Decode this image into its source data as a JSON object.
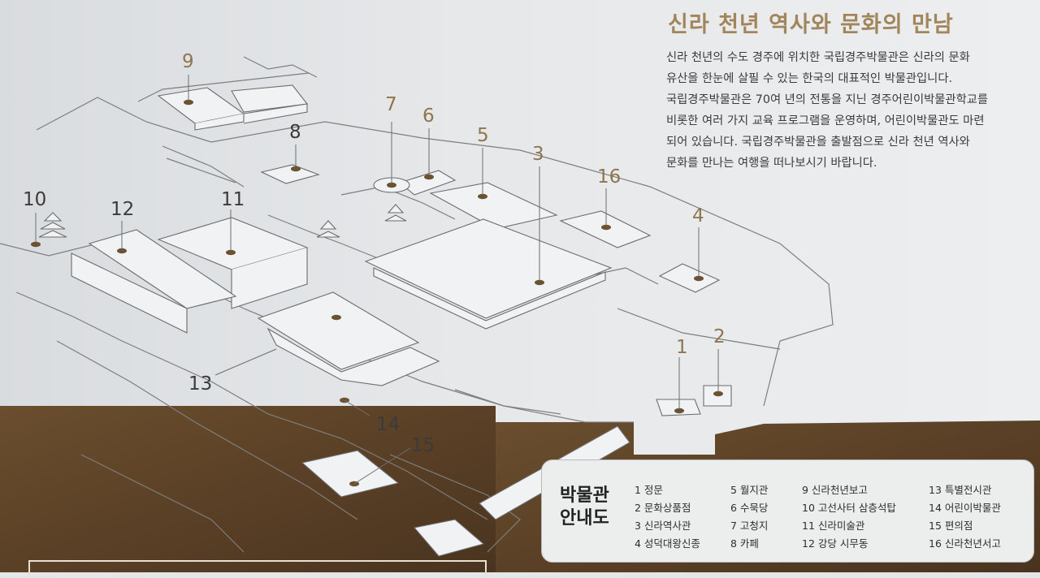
{
  "sign": {
    "title": "신라 천년 역사와 문화의 만남",
    "intro_lines": [
      "신라 천년의 수도 경주에 위치한 국립경주박물관은 신라의 문화",
      "유산을 한눈에 살필 수 있는 한국의 대표적인 박물관입니다.",
      "국립경주박물관은 70여 년의 전통을 지닌 경주어린이박물관학교를",
      "비롯한 여러 가지 교육 프로그램을 운영하며, 어린이박물관도 마련",
      "되어 있습니다. 국립경주박물관을 출발점으로 신라 천년 역사와",
      "문화를 만나는 여행을 떠나보시기 바랍니다."
    ]
  },
  "map": {
    "markers": [
      "1",
      "2",
      "3",
      "4",
      "5",
      "6",
      "7",
      "8",
      "9",
      "10",
      "11",
      "12",
      "13",
      "14",
      "15",
      "16"
    ],
    "colors": {
      "accent": "#9a7d55",
      "line": "#7b7b7b",
      "brown": "#5b4226",
      "board": "#e4e6e8"
    }
  },
  "legend": {
    "title_line1": "박물관",
    "title_line2": "안내도",
    "items": [
      "1  정문",
      "2  문화상품점",
      "3  신라역사관",
      "4  성덕대왕신종",
      "5  월지관",
      "6  수묵당",
      "7  고청지",
      "8  카페",
      "9  신라천년보고",
      "10  고선사터 삼층석탑",
      "11  신라미술관",
      "12  강당 시무동",
      "13  특별전시관",
      "14  어린이박물관",
      "15  편의점",
      "16  신라천년서고"
    ]
  }
}
